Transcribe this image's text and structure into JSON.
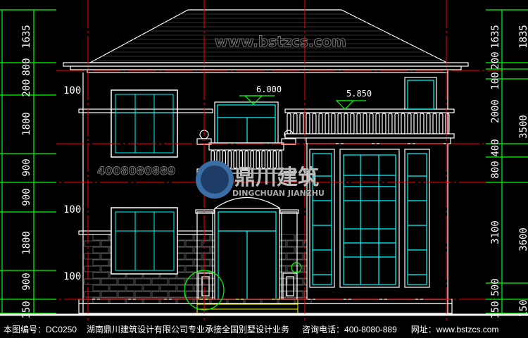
{
  "drawing": {
    "left_dims": [
      "1635",
      "800",
      "200",
      "1800",
      "900",
      "900",
      "1800",
      "900",
      "150"
    ],
    "right_dims": [
      "1635",
      "200",
      "100",
      "2000",
      "400",
      "800",
      "3100",
      "500",
      "150"
    ],
    "far_right_dims": [
      "1835",
      "3500",
      "3600",
      "150"
    ],
    "wall_offsets": [
      "100",
      "100",
      "100"
    ],
    "elevation_center": "6.000",
    "elevation_right": "5.850",
    "watermark_url": "www.bstzcs.com",
    "watermark_phone": "4008080889",
    "logo_cn": "鼎川建筑",
    "logo_en": "DINGCHUAN JIANZHU"
  },
  "footer": {
    "drawing_no": "本图编号：DC0250",
    "company": "湖南鼎川建筑设计有限公司专业承接全国别墅设计业务",
    "phone": "咨询电话：400-8080-889",
    "website": "网址：www.bstzcs.com"
  },
  "colors": {
    "dim": "#00ff00",
    "center": "#ff0000",
    "window": "#00ffff",
    "line": "#ffffff",
    "step": "#ffff00"
  }
}
